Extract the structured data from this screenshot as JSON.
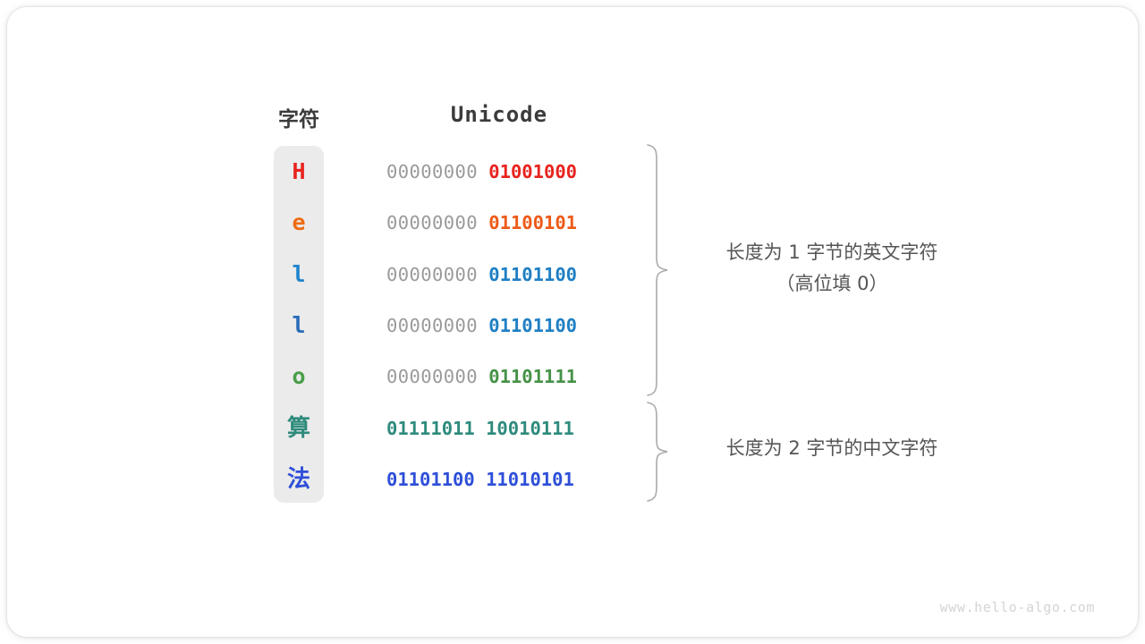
{
  "table": {
    "headers": {
      "character": "字符",
      "unicode": "Unicode"
    },
    "rows": [
      {
        "char": "H",
        "char_color": "#e8231e",
        "high_byte": "00000000",
        "low_byte": "01001000",
        "low_color": "#e8231e",
        "high_bold": false,
        "cjk": false
      },
      {
        "char": "e",
        "char_color": "#ee6b12",
        "high_byte": "00000000",
        "low_byte": "01100101",
        "low_color": "#ed5a18",
        "high_bold": false,
        "cjk": false
      },
      {
        "char": "l",
        "char_color": "#1f84cc",
        "high_byte": "00000000",
        "low_byte": "01101100",
        "low_color": "#1f7fc4",
        "high_bold": false,
        "cjk": false
      },
      {
        "char": "l",
        "char_color": "#2b6cb8",
        "high_byte": "00000000",
        "low_byte": "01101100",
        "low_color": "#1f7fc4",
        "high_bold": false,
        "cjk": false
      },
      {
        "char": "o",
        "char_color": "#4a9e4a",
        "high_byte": "00000000",
        "low_byte": "01101111",
        "low_color": "#469247",
        "high_bold": false,
        "cjk": false
      },
      {
        "char": "算",
        "char_color": "#2e8b7c",
        "high_byte": "01111011",
        "low_byte": "10010111",
        "low_color": "#2e8b7c",
        "high_bold": true,
        "cjk": true
      },
      {
        "char": "法",
        "char_color": "#2e4fd8",
        "high_byte": "01101100",
        "low_byte": "11010101",
        "low_color": "#2e4fd8",
        "high_bold": true,
        "cjk": true
      }
    ]
  },
  "annotations": {
    "group_one_main": "长度为 1 字节的英文字符",
    "group_one_sub": "（高位填 0）",
    "group_two_main": "长度为 2 字节的中文字符"
  },
  "watermark": "www.hello-algo.com",
  "colors": {
    "column_background": "#ebebeb",
    "high_byte_grey": "#9a9a9a",
    "annotation_grey": "#555555",
    "brace_grey": "#aaaaaa",
    "watermark_grey": "#d4d4d4"
  }
}
